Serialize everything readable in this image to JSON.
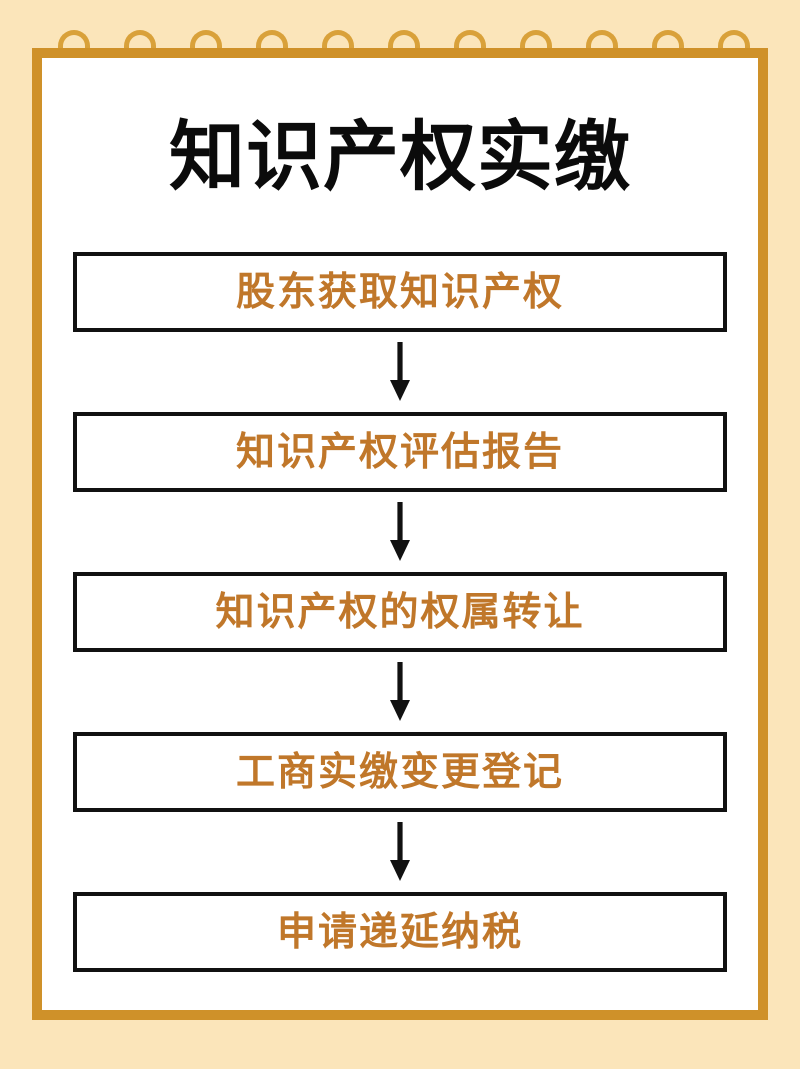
{
  "page": {
    "title": "知识产权实缴",
    "background_color": "#fbe5ba",
    "frame_color": "#cf9129",
    "paper_color": "#ffffff",
    "title_color": "#0b0b0b",
    "step_text_color": "#c0772a",
    "step_border_color": "#111111",
    "arrow_color": "#111111"
  },
  "binding": {
    "icon": "spiral-ring-icon",
    "ring_count": 11,
    "wire_color": "#d9a13a",
    "block_color": "#cf9129"
  },
  "flowchart": {
    "type": "vertical-sequence",
    "arrow_glyph": "down-arrow-icon",
    "steps": [
      {
        "index": 1,
        "label": "股东获取知识产权"
      },
      {
        "index": 2,
        "label": "知识产权评估报告"
      },
      {
        "index": 3,
        "label": "知识产权的权属转让"
      },
      {
        "index": 4,
        "label": "工商实缴变更登记"
      },
      {
        "index": 5,
        "label": "申请递延纳税"
      }
    ]
  }
}
